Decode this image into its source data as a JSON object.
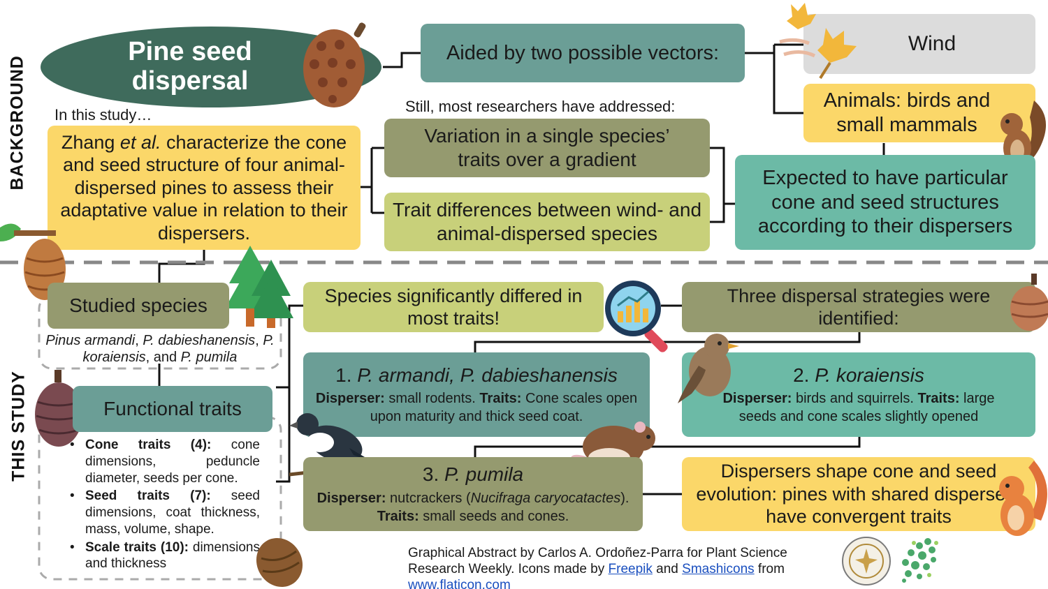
{
  "background_label": "BACKGROUND",
  "study_label": "THIS STUDY",
  "title": "Pine seed dispersal",
  "vectors": "Aided by two possible vectors:",
  "wind": "Wind",
  "animals": "Animals: birds and small mammals",
  "in_this_study": "In this study…",
  "zhang": {
    "a": "Zhang ",
    "b": "et al.",
    "c": " characterize the cone and seed structure of four animal-dispersed pines to assess their adaptative value in relation to their dispersers."
  },
  "still": "Still, most researchers have addressed:",
  "variation": "Variation in a single species’ traits over a gradient",
  "trait_diff": "Trait differences between wind- and animal-dispersed species",
  "expected": "Expected to have particular cone and seed structures according to their dispersers",
  "studied": "Studied species",
  "species_list": {
    "p1": "Pinus armandi",
    "s1": ", ",
    "p2": "P. dabieshanensis",
    "s2": ", ",
    "p3": "P. koraiensis",
    "s3": ", and ",
    "p4": "P. pumila"
  },
  "functional": "Functional traits",
  "traits": [
    {
      "head": "Cone traits (4):",
      "body": " cone dimensions, peduncle diameter, seeds per cone."
    },
    {
      "head": "Seed traits (7):",
      "body": " seed dimensions, coat thickness, mass, volume, shape."
    },
    {
      "head": "Scale traits (10):",
      "body": " dimensions and thickness"
    }
  ],
  "differed": "Species significantly differed in most traits!",
  "three": "Three dispersal strategies were identified:",
  "s1": {
    "num": "1. ",
    "name": "P. armandi, P. dabieshanensis",
    "dlabel": "Disperser:",
    "dtext": " small rodents. ",
    "tlabel": "Traits:",
    "ttext": " Cone scales open upon maturity and thick seed coat."
  },
  "s2": {
    "num": "2. ",
    "name": "P. koraiensis",
    "dlabel": "Disperser:",
    "dtext": " birds and squirrels. ",
    "tlabel": "Traits:",
    "ttext": " large seeds and cone scales slightly opened"
  },
  "s3": {
    "num": "3. ",
    "name": "P. pumila",
    "dlabel": "Disperser:",
    "dtext": " nutcrackers (",
    "dsp": "Nucifraga caryocatactes",
    "dend": "). ",
    "tlabel": "Traits:",
    "ttext": " small seeds and cones."
  },
  "conclusion": "Dispersers shape cone and seed evolution: pines with shared dispersers have convergent traits",
  "credit": {
    "a": "Graphical Abstract by Carlos A. Ordoñez-Parra for Plant Science Research Weekly. Icons made by ",
    "l1": "Freepik",
    "b": " and ",
    "l2": "Smashicons",
    "c": " from ",
    "l3": "www.flaticon.com"
  },
  "colors": {
    "teal": "#6b9e96",
    "olive": "#959a6f",
    "lime": "#c8d07a",
    "yellow": "#fbd769",
    "mint": "#6cbaa6",
    "grey": "#dcdcdc",
    "title": "#3f6b5c"
  }
}
